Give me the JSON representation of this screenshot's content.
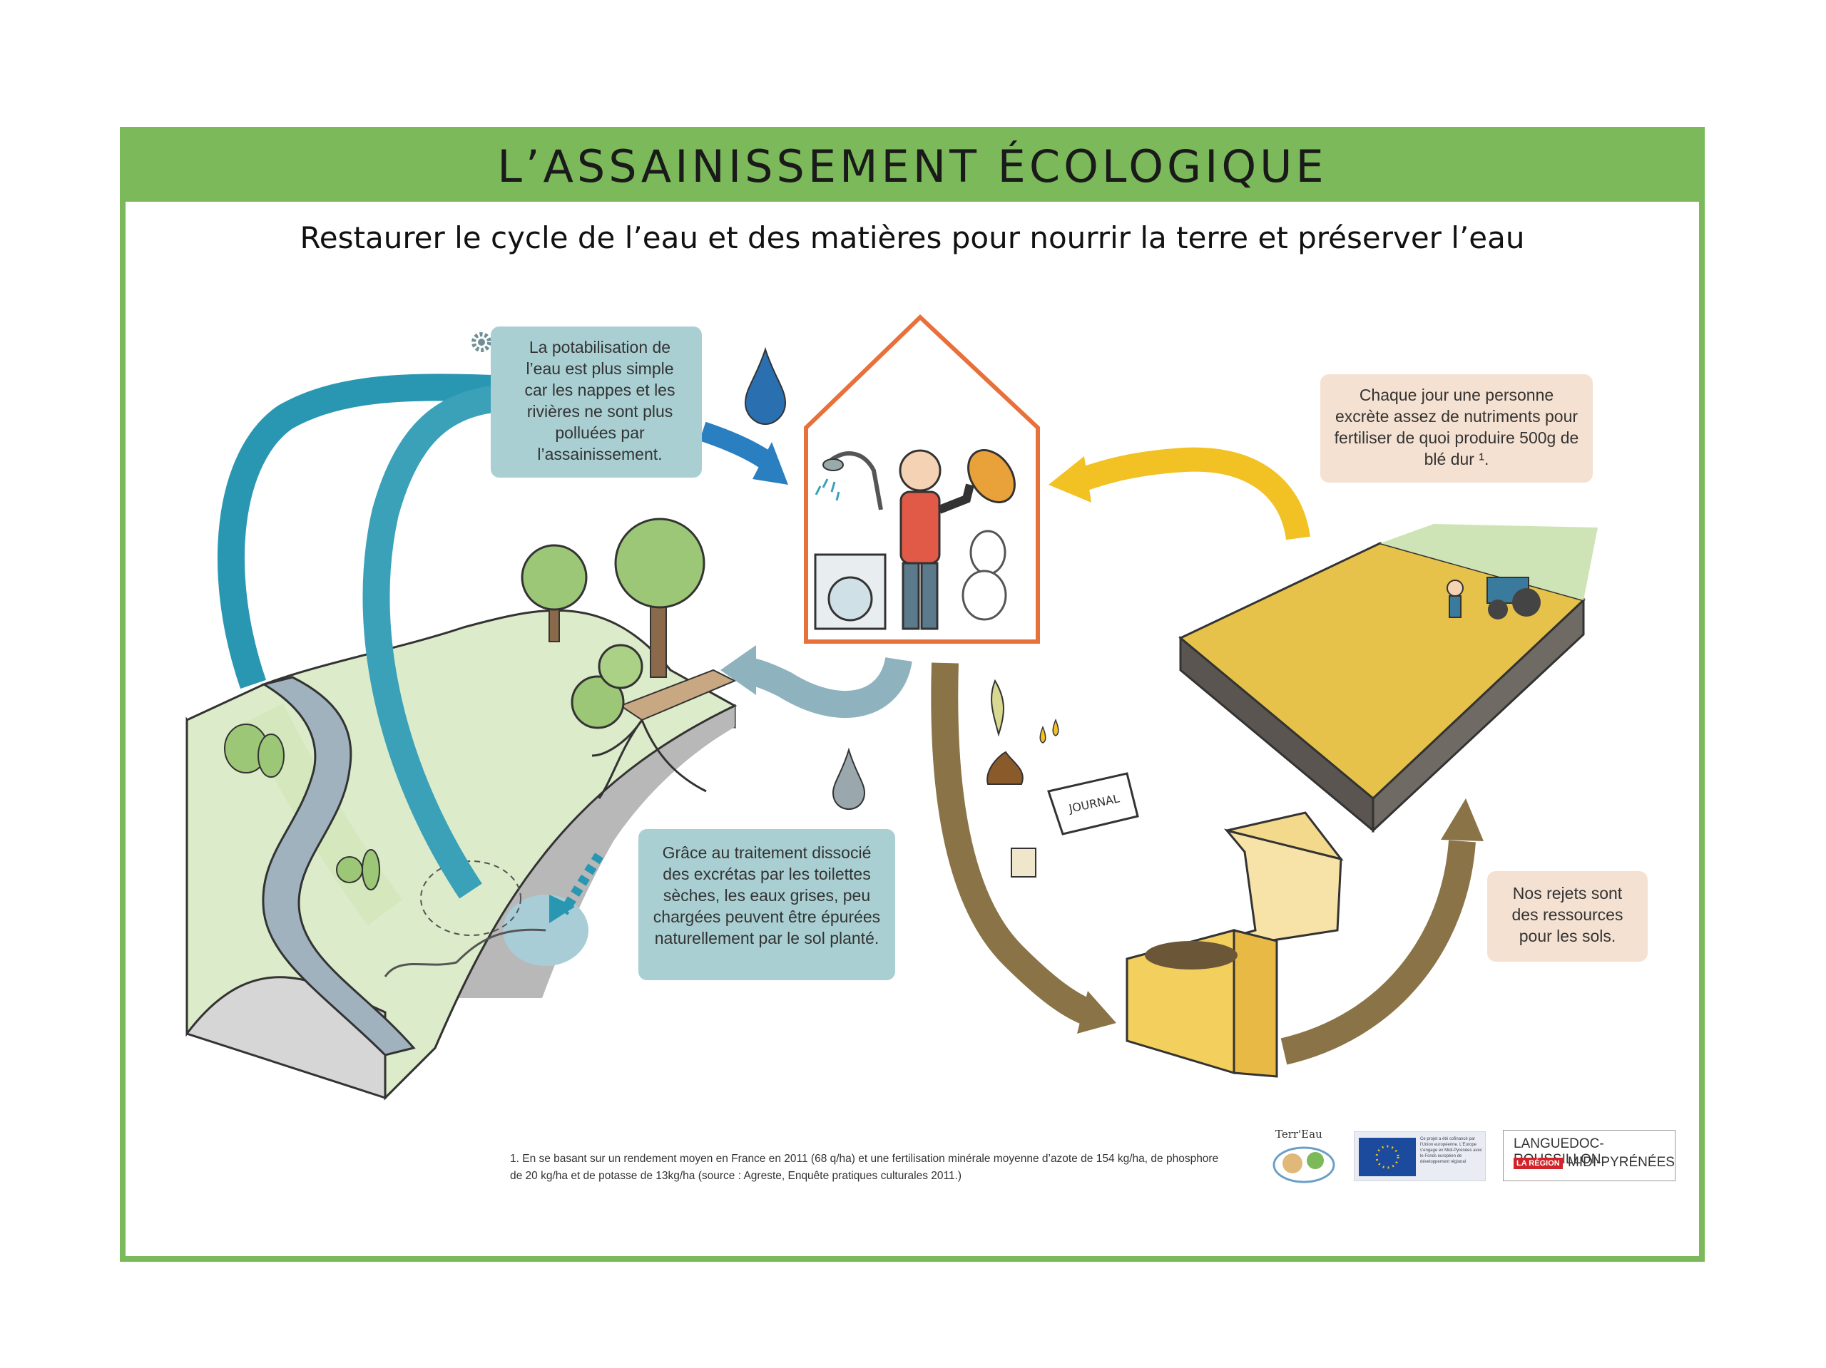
{
  "header": {
    "title": "L’ASSAINISSEMENT ÉCOLOGIQUE",
    "subtitle": "Restaurer le cycle de l’eau et des matières pour nourrir la terre et préserver l’eau"
  },
  "callouts": {
    "potabilisation": "La potabilisation de l’eau est plus simple car les nappes et les rivières ne sont plus polluées par l’assainissement.",
    "traitement": "Grâce au traitement dissocié des excrétas par les toilettes sèches, les eaux grises, peu chargées peuvent être épurées naturellement par le sol planté.",
    "nutriments": "Chaque jour une personne excrète assez de nutriments pour fertiliser de quoi produire 500g de blé dur ¹.",
    "ressources": "Nos rejets sont des ressources pour les sols."
  },
  "illustration_labels": {
    "newspaper": "JOURNAL"
  },
  "footnote": "1. En se basant sur un rendement moyen en France en 2011 (68 q/ha) et une fertilisation minérale moyenne d’azote de 154 kg/ha, de phosphore de 20 kg/ha et de potasse de 13kg/ha (source : Agreste, Enquête pratiques culturales 2011.)",
  "logos": {
    "terreau": "Terr'Eau",
    "region_top": "LANGUEDOC-ROUSSILLON",
    "region_badge": "LA RÉGION",
    "region_bottom": "MIDI-PYRÉNÉES",
    "eu_text": "Ce projet a été cofinancé par l'Union européenne. L'Europe s'engage en Midi-Pyrénées avec le Fonds européen de développement régional"
  },
  "colors": {
    "frame_green": "#7cb95a",
    "blue_box": "#a9cfd2",
    "beige_box": "#f4e1d1",
    "teal_arrow": "#2a97b2",
    "grey_blue_arrow": "#8fb3be",
    "brown_arrow": "#8a7447",
    "yellow_arrow": "#f2c224",
    "house_orange": "#e8703a"
  },
  "icons": [
    "gear-icon",
    "water-drop-icon",
    "shower-icon",
    "bread-icon",
    "washing-machine-icon",
    "toilet-icon",
    "person-icon",
    "tractor-icon",
    "compost-bin-icon",
    "tree-icon",
    "apple-core-icon",
    "poop-icon",
    "tea-bag-icon",
    "newspaper-icon"
  ]
}
